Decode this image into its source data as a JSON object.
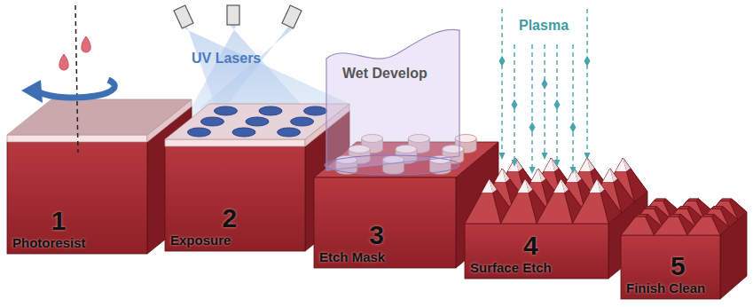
{
  "diagram": {
    "nodes": [
      {
        "text": [
          "1",
          "Photoresist"
        ]
      },
      {
        "text": [
          "2",
          "Exposure"
        ]
      },
      {
        "text": [
          "3",
          "Etch Mask"
        ]
      },
      {
        "text": [
          "4",
          "Surface Etch"
        ]
      },
      {
        "text": [
          "5",
          "Finish Clean"
        ]
      }
    ],
    "labels": [
      "UV Lasers",
      "Wet Develop",
      "Plasma"
    ]
  }
}
